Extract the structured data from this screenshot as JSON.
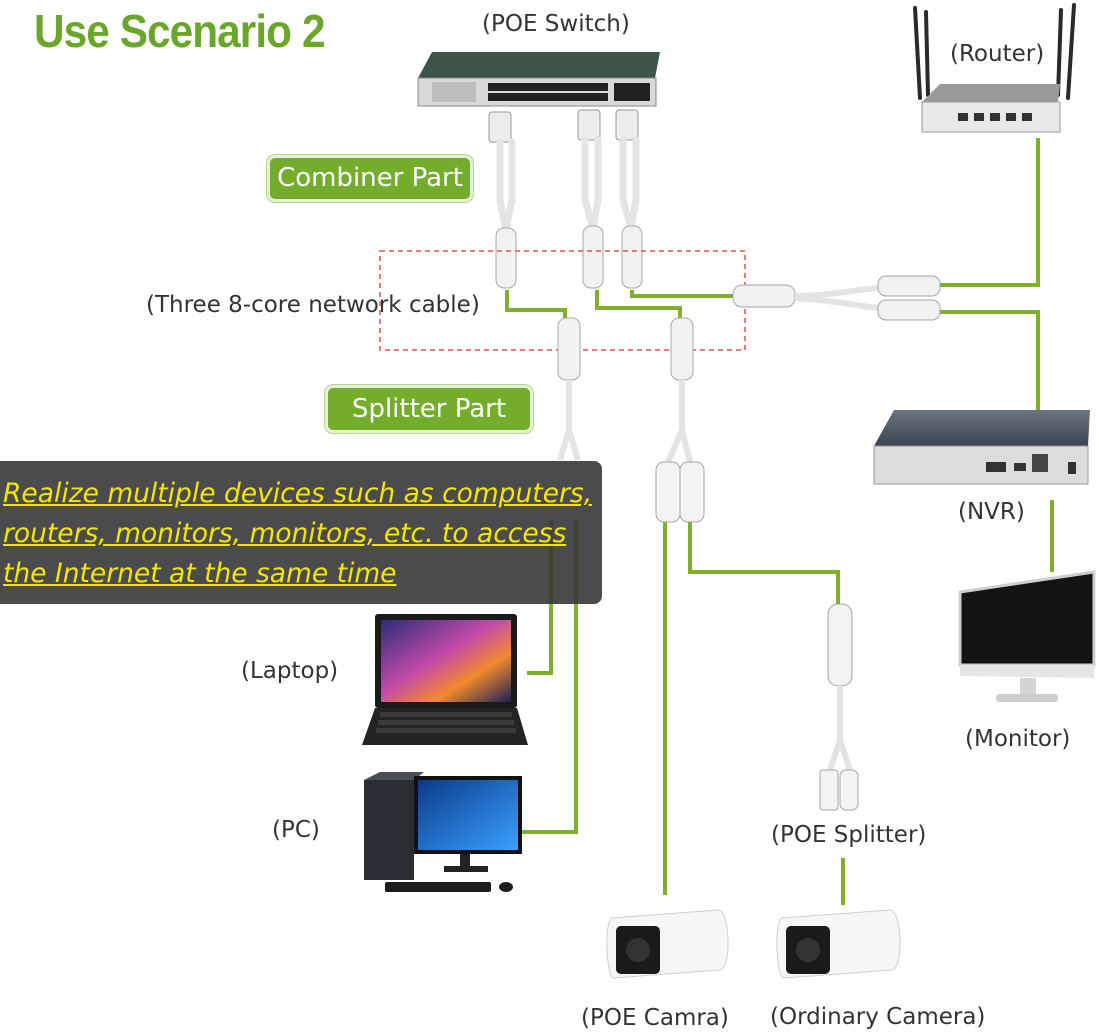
{
  "title": "Use Scenario 2",
  "labels": {
    "poe_switch": "(POE Switch)",
    "router": "(Router)",
    "combiner_part": "Combiner Part",
    "three_cable": "(Three 8-core network cable)",
    "splitter_part": "Splitter Part",
    "nvr": "(NVR)",
    "laptop": "(Laptop)",
    "monitor": "(Monitor)",
    "pc": "(PC)",
    "poe_splitter": "(POE Splitter)",
    "poe_camera": "(POE Camra)",
    "ordinary_camera": "(Ordinary Camera)"
  },
  "callout": {
    "line1": "Realize multiple devices such as computers,",
    "line2": "routers, monitors, monitors, etc. to access",
    "line3": "the Internet at the same time"
  },
  "colors": {
    "title_green": "#6aa62a",
    "pill_green": "#73ad2b",
    "cable_green": "#7fb02c",
    "callout_text": "#f3e600",
    "callout_bg": "#373737",
    "dashed_box": "#e05050"
  }
}
